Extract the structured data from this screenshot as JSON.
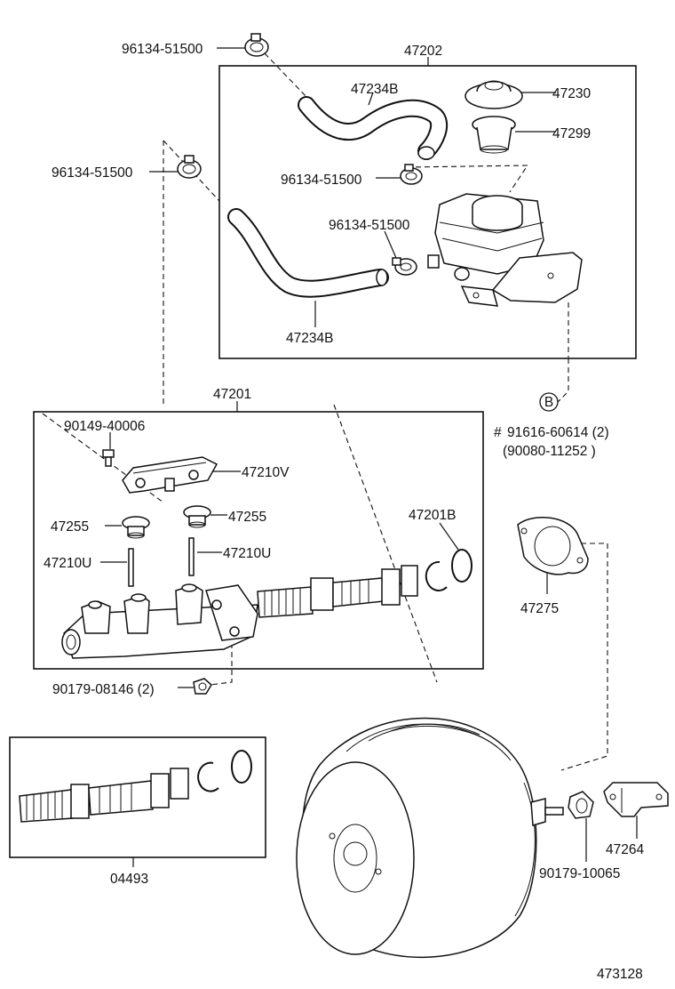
{
  "labels": {
    "clamp_top": "96134-51500",
    "assy_reservoir": "47202",
    "hose_upper": "47234B",
    "cap": "47230",
    "strainer": "47299",
    "clamp_left": "96134-51500",
    "clamp_mid": "96134-51500",
    "clamp_low": "96134-51500",
    "hose_lower": "47234B",
    "marker_b": "B",
    "bolt_hash": "#",
    "bolt_part": "91616-60614 (2)",
    "bolt_alt": "(90080-11252  )",
    "assy_master": "47201",
    "screw": "90149-40006",
    "pin_v": "47210V",
    "grommet_left": "47255",
    "grommet_right": "47255",
    "ring": "47201B",
    "pin_u_left": "47210U",
    "pin_u_right": "47210U",
    "gasket": "47275",
    "nut_small": "90179-08146 (2)",
    "kit": "04493",
    "nut_booster": "90179-10065",
    "bracket": "47264",
    "diagram_no": "473128"
  }
}
